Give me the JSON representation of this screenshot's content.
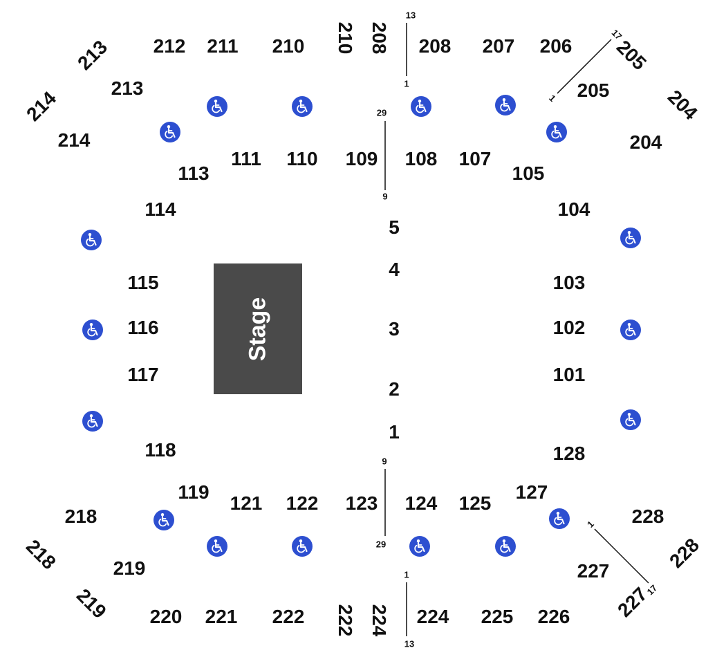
{
  "stage_label": "Stage",
  "colors": {
    "ada": "#2d4fd0",
    "stage": "#4a4a4a",
    "text": "#111111"
  },
  "icon": "wheelchair-accessible-icon",
  "sections": [
    {
      "id": "212",
      "label": "212"
    },
    {
      "id": "211",
      "label": "211"
    },
    {
      "id": "210",
      "label": "210"
    },
    {
      "id": "210-edge",
      "label": "210"
    },
    {
      "id": "208-edge",
      "label": "208"
    },
    {
      "id": "208",
      "label": "208"
    },
    {
      "id": "207",
      "label": "207"
    },
    {
      "id": "206",
      "label": "206"
    },
    {
      "id": "205-edge",
      "label": "205"
    },
    {
      "id": "205",
      "label": "205"
    },
    {
      "id": "204-edge",
      "label": "204"
    },
    {
      "id": "204",
      "label": "204"
    },
    {
      "id": "213-edge",
      "label": "213"
    },
    {
      "id": "213",
      "label": "213"
    },
    {
      "id": "214-edge",
      "label": "214"
    },
    {
      "id": "214",
      "label": "214"
    },
    {
      "id": "111",
      "label": "111"
    },
    {
      "id": "110",
      "label": "110"
    },
    {
      "id": "109",
      "label": "109"
    },
    {
      "id": "108",
      "label": "108"
    },
    {
      "id": "107",
      "label": "107"
    },
    {
      "id": "105",
      "label": "105"
    },
    {
      "id": "113",
      "label": "113"
    },
    {
      "id": "114",
      "label": "114"
    },
    {
      "id": "104",
      "label": "104"
    },
    {
      "id": "5",
      "label": "5"
    },
    {
      "id": "4",
      "label": "4"
    },
    {
      "id": "3",
      "label": "3"
    },
    {
      "id": "2",
      "label": "2"
    },
    {
      "id": "1",
      "label": "1"
    },
    {
      "id": "115",
      "label": "115"
    },
    {
      "id": "116",
      "label": "116"
    },
    {
      "id": "117",
      "label": "117"
    },
    {
      "id": "103",
      "label": "103"
    },
    {
      "id": "102",
      "label": "102"
    },
    {
      "id": "101",
      "label": "101"
    },
    {
      "id": "118",
      "label": "118"
    },
    {
      "id": "128",
      "label": "128"
    },
    {
      "id": "119",
      "label": "119"
    },
    {
      "id": "127",
      "label": "127"
    },
    {
      "id": "121",
      "label": "121"
    },
    {
      "id": "122",
      "label": "122"
    },
    {
      "id": "123",
      "label": "123"
    },
    {
      "id": "124",
      "label": "124"
    },
    {
      "id": "125",
      "label": "125"
    },
    {
      "id": "218",
      "label": "218"
    },
    {
      "id": "218-edge",
      "label": "218"
    },
    {
      "id": "219",
      "label": "219"
    },
    {
      "id": "219-edge",
      "label": "219"
    },
    {
      "id": "228",
      "label": "228"
    },
    {
      "id": "228-edge",
      "label": "228"
    },
    {
      "id": "227",
      "label": "227"
    },
    {
      "id": "227-edge",
      "label": "227"
    },
    {
      "id": "220",
      "label": "220"
    },
    {
      "id": "221",
      "label": "221"
    },
    {
      "id": "222",
      "label": "222"
    },
    {
      "id": "222-edge",
      "label": "222"
    },
    {
      "id": "224-edge",
      "label": "224"
    },
    {
      "id": "224",
      "label": "224"
    },
    {
      "id": "225",
      "label": "225"
    },
    {
      "id": "226",
      "label": "226"
    }
  ],
  "row_labels": [
    {
      "id": "top-13",
      "label": "13"
    },
    {
      "id": "top-1",
      "label": "1"
    },
    {
      "id": "top-29",
      "label": "29"
    },
    {
      "id": "top-9",
      "label": "9"
    },
    {
      "id": "ne-17",
      "label": "17"
    },
    {
      "id": "ne-1",
      "label": "1"
    },
    {
      "id": "bot-9",
      "label": "9"
    },
    {
      "id": "bot-29",
      "label": "29"
    },
    {
      "id": "bot-1",
      "label": "1"
    },
    {
      "id": "bot-13",
      "label": "13"
    },
    {
      "id": "se-1",
      "label": "1"
    },
    {
      "id": "se-17",
      "label": "17"
    }
  ]
}
